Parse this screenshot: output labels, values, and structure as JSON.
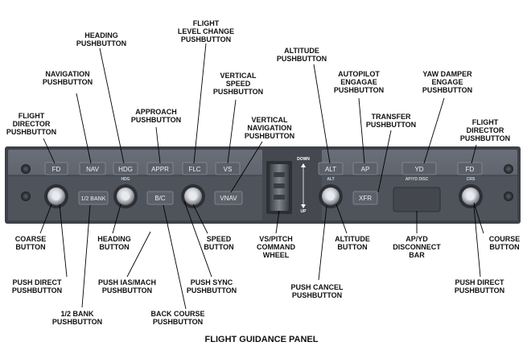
{
  "title": "FLIGHT GUIDANCE PANEL",
  "buttons": {
    "fd_left": "FD",
    "nav": "NAV",
    "hdg": "HDG",
    "appr": "APPR",
    "flc": "FLC",
    "vs": "VS",
    "vnav": "VNAV",
    "half_bank": "1/2 BANK",
    "bc": "B/C",
    "alt": "ALT",
    "ap": "AP",
    "yd": "YD",
    "fd_right": "FD",
    "xfr": "XFR"
  },
  "panel_labels": {
    "hdg_knob": "HDG",
    "alt_knob": "ALT",
    "crs_knob": "CRS",
    "ap_yd_disc": "AP/YD DISC",
    "wheel_down": "DOWN",
    "wheel_up": "UP"
  },
  "callouts": {
    "fd_left": [
      "FLIGHT",
      "DIRECTOR",
      "PUSHBUTTON"
    ],
    "nav": [
      "NAVIGATION",
      "PUSHBUTTON"
    ],
    "hdg": [
      "HEADING",
      "PUSHBUTTON"
    ],
    "appr": [
      "APPROACH",
      "PUSHBUTTON"
    ],
    "flc": [
      "FLIGHT",
      "LEVEL CHANGE",
      "PUSHBUTTON"
    ],
    "vs": [
      "VERTICAL",
      "SPEED",
      "PUSHBUTTON"
    ],
    "vnav": [
      "VERTICAL",
      "NAVIGATION",
      "PUSHBUTTON"
    ],
    "alt": [
      "ALTITUDE",
      "PUSHBUTTON"
    ],
    "ap": [
      "AUTOPILOT",
      "ENGAGAE",
      "PUSHBUTTON"
    ],
    "xfr": [
      "TRANSFER",
      "PUSHBUTTON"
    ],
    "yd": [
      "YAW DAMPER",
      "ENGAGE",
      "PUSHBUTTON"
    ],
    "fd_right": [
      "FLIGHT",
      "DIRECTOR",
      "PUSHBUTTON"
    ],
    "coarse": [
      "COARSE",
      "BUTTON"
    ],
    "push_direct_left": [
      "PUSH DIRECT",
      "PUSHBUTTON"
    ],
    "half_bank": [
      "1/2 BANK",
      "PUSHBUTTON"
    ],
    "heading_btn": [
      "HEADING",
      "BUTTON"
    ],
    "push_ias": [
      "PUSH IAS/MACH",
      "PUSHBUTTON"
    ],
    "back_course": [
      "BACK COURSE",
      "PUSHBUTTON"
    ],
    "speed_btn": [
      "SPEED",
      "BUTTON"
    ],
    "push_sync": [
      "PUSH SYNC",
      "PUSHBUTTON"
    ],
    "vs_pitch": [
      "VS/PITCH",
      "COMMAND",
      "WHEEL"
    ],
    "push_cancel": [
      "PUSH CANCEL",
      "PUSHBUTTON"
    ],
    "altitude_btn": [
      "ALTITUDE",
      "BUTTON"
    ],
    "ap_yd_bar": [
      "AP/YD",
      "DISCONNECT",
      "BAR"
    ],
    "push_direct_right": [
      "PUSH DIRECT",
      "PUSHBUTTON"
    ],
    "course_btn": [
      "COURSE",
      "BUTTON"
    ]
  }
}
